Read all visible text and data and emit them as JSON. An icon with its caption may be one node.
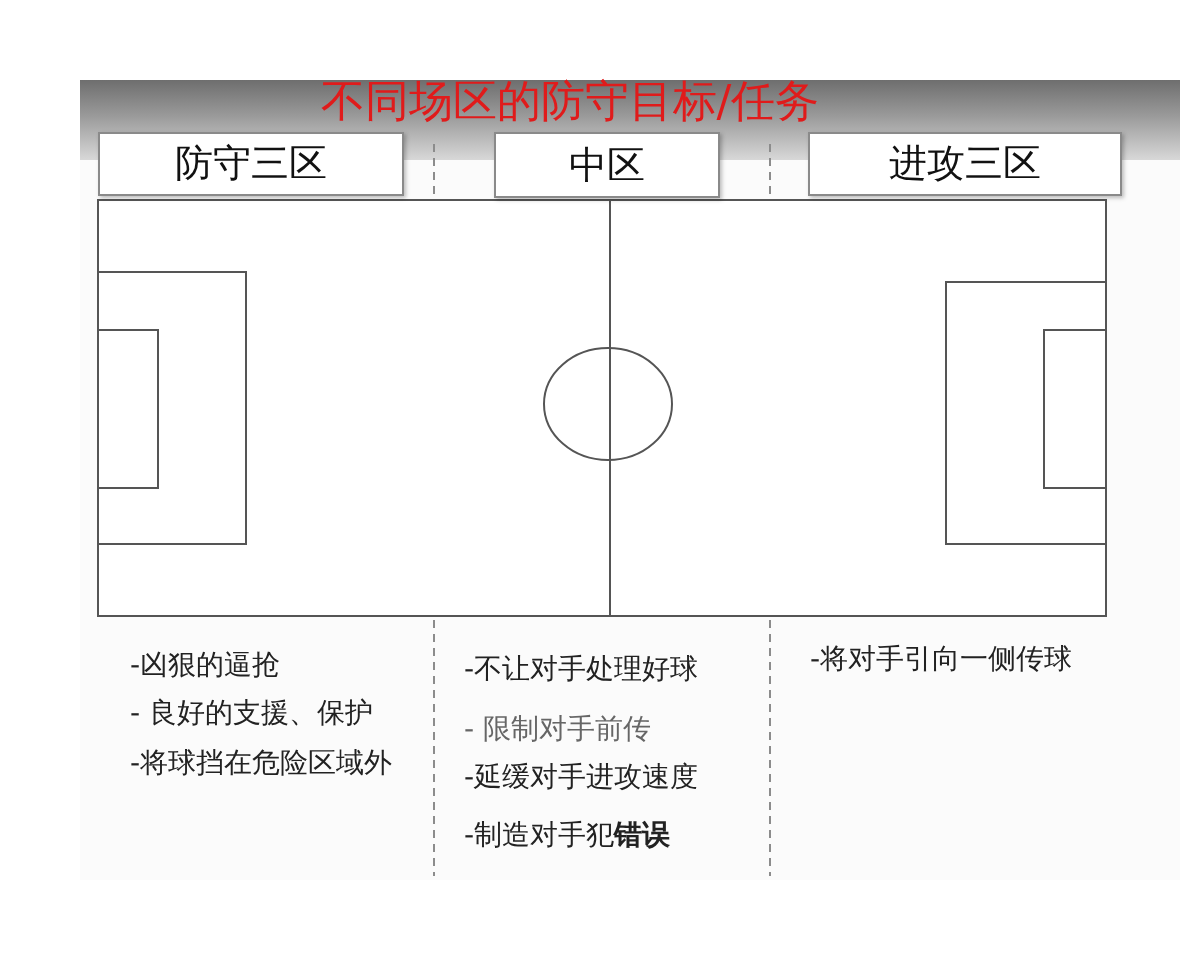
{
  "diagram": {
    "title": "不同场区的防守目标/任务",
    "nodes": [
      {
        "text": [
          "防守三区"
        ]
      },
      {
        "text": [
          "中区"
        ]
      },
      {
        "text": [
          "进攻三区"
        ]
      }
    ],
    "labels": [
      "-凶狠的逼抢",
      "- 良好的支援、保护",
      "-将球挡在危险区域外",
      "-不让对手处理好球",
      "- 限制对手前传",
      "-延缓对手进攻速度",
      "-制造对手犯**错误**",
      "-将对手引向一侧传球"
    ]
  }
}
